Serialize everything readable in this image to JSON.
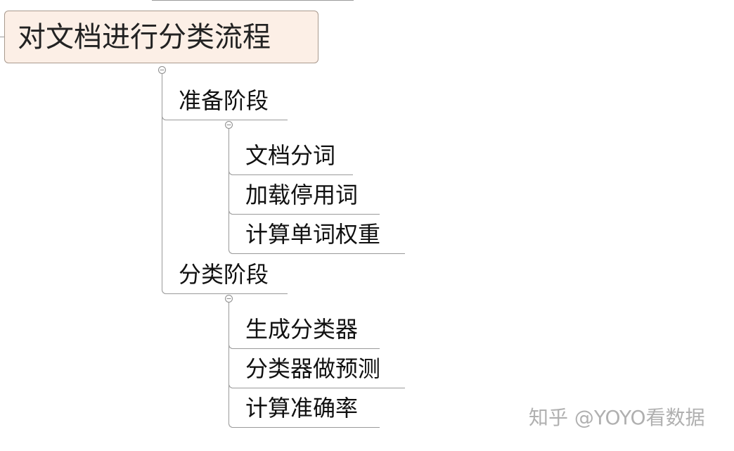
{
  "diagram": {
    "root": {
      "label": "对文档进行分类流程",
      "children": [
        {
          "label": "准备阶段",
          "children": [
            {
              "label": "文档分词"
            },
            {
              "label": "加载停用词"
            },
            {
              "label": "计算单词权重"
            }
          ]
        },
        {
          "label": "分类阶段",
          "children": [
            {
              "label": "生成分类器"
            },
            {
              "label": "分类器做预测"
            },
            {
              "label": "计算准确率"
            }
          ]
        }
      ]
    },
    "colors": {
      "root_fill": "#fcefe6",
      "root_border": "#a99a8e",
      "connector": "#9a9a9a",
      "collapse_toggle": "#8c8c8c"
    },
    "icons": {
      "collapse": "collapse-minus-icon"
    }
  },
  "watermark": {
    "text": "知乎 @YOYO看数据"
  }
}
